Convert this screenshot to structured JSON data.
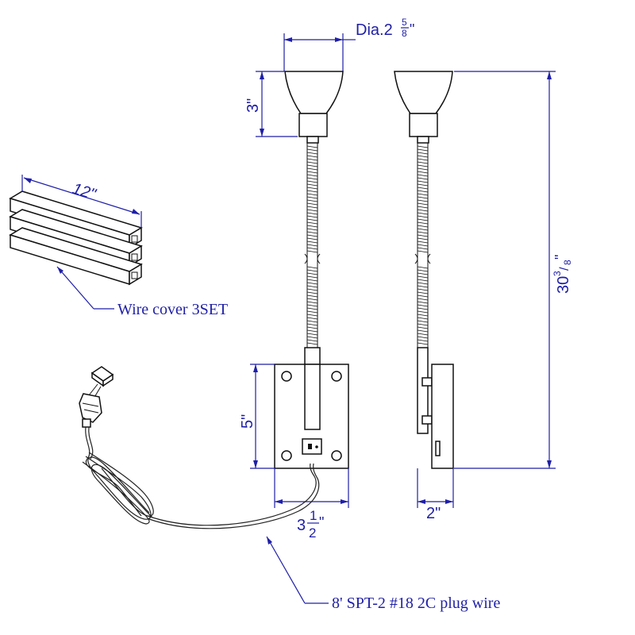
{
  "dimensions": {
    "shade_diameter": {
      "prefix": "Dia.2",
      "num": "5",
      "den": "8",
      "suffix": "\""
    },
    "shade_height": "3\"",
    "overall_height": {
      "prefix": "30",
      "num": "3",
      "den": "8",
      "suffix": "\""
    },
    "backplate_height": "5\"",
    "backplate_width": {
      "prefix": "3",
      "num": "1",
      "den": "2",
      "suffix": "\""
    },
    "projection": "2\"",
    "wire_cover_length": "12\""
  },
  "labels": {
    "wire_cover": "Wire cover 3SET",
    "plug_wire": "8' SPT-2 #18 2C plug wire"
  },
  "colors": {
    "dimension": "#1f1fa8",
    "outline": "#111111"
  }
}
